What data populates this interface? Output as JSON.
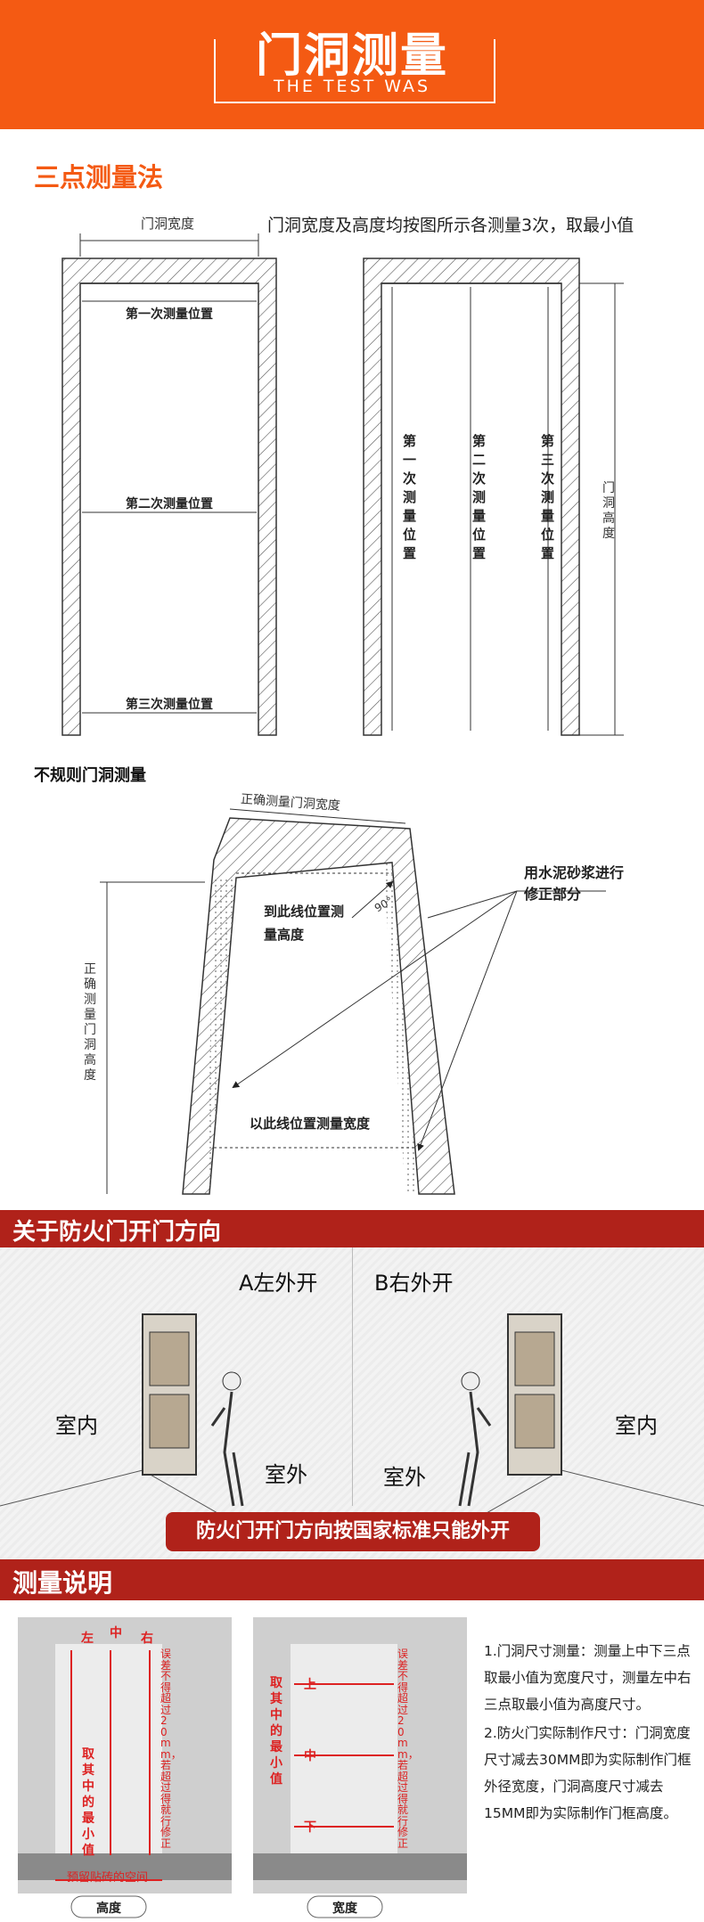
{
  "header": {
    "title": "门洞测量",
    "subtitle": "THE TEST WAS"
  },
  "three_point": {
    "title": "三点测量法",
    "description": "门洞宽度及高度均按图所示各测量3次，取最小值",
    "width_label": "门洞宽度",
    "height_label": "门洞高度",
    "width_positions": [
      "第一次测量位置",
      "第二次测量位置",
      "第三次测量位置"
    ],
    "height_positions": [
      "第一次测量位置",
      "第二次测量位置",
      "第三次测量位置"
    ]
  },
  "irregular": {
    "title": "不规则门洞测量",
    "width_label": "正确测量门洞宽度",
    "height_label": "正确测量门洞高度",
    "repair_note": "用水泥砂浆进行修正部分",
    "measure_height_note": "到此线位置测量高度",
    "measure_width_note": "以此线位置测量宽度",
    "angle": "90°"
  },
  "fire_door": {
    "title": "关于防火门开门方向",
    "left_label": "A左外开",
    "right_label": "B右外开",
    "indoor": "室内",
    "outdoor": "室外",
    "note": "防火门开门方向按国家标准只能外开"
  },
  "measurement": {
    "title": "测量说明",
    "height_diagram": {
      "tops": [
        "左",
        "中",
        "右"
      ],
      "vertical_note": "取其中的最小值",
      "error_note": "误差不得超过20mm，若超过得就行修正",
      "floor_note": "预留贴砖的空间",
      "caption": "高度"
    },
    "width_diagram": {
      "levels": [
        "上",
        "中",
        "下"
      ],
      "vertical_note": "取其中的最小值",
      "error_note": "误差不得超过20mm，若超过得就行修正",
      "caption": "宽度"
    },
    "explanations": [
      "1.门洞尺寸测量：测量上中下三点取最小值为宽度尺寸，测量左中右三点取最小值为高度尺寸。",
      "2.防火门实际制作尺寸：门洞宽度尺寸减去30MM即为实际制作门框外径宽度，门洞高度尺寸减去15MM即为实际制作门框高度。"
    ]
  }
}
